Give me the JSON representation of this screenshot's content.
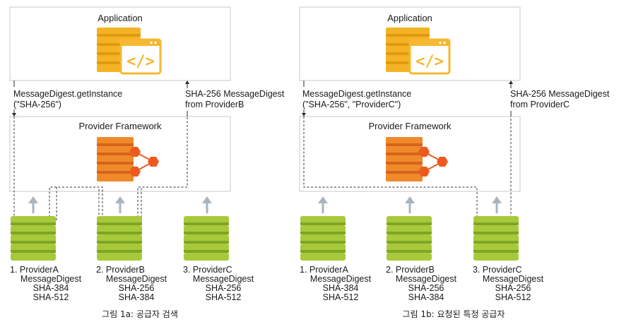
{
  "panels": [
    {
      "application_label": "Application",
      "framework_label": "Provider Framework",
      "request_label_line1": "MessageDigest.getInstance",
      "request_label_line2": "(\"SHA-256\")",
      "response_label_line1": "SHA-256 MessageDigest",
      "response_label_line2": "from ProviderB",
      "providers": [
        {
          "name": "1. ProviderA",
          "lines": [
            "MessageDigest",
            "SHA-384",
            "SHA-512"
          ]
        },
        {
          "name": "2. ProviderB",
          "lines": [
            "MessageDigest",
            "SHA-256",
            "SHA-384"
          ]
        },
        {
          "name": "3. ProviderC",
          "lines": [
            "MessageDigest",
            "SHA-256",
            "SHA-512"
          ]
        }
      ],
      "caption": "그림 1a: 공급자 검색"
    },
    {
      "application_label": "Application",
      "framework_label": "Provider Framework",
      "request_label_line1": "MessageDigest.getInstance",
      "request_label_line2": "(\"SHA-256\", \"ProviderC\")",
      "response_label_line1": "SHA-256 MessageDigest",
      "response_label_line2": "from ProviderC",
      "providers": [
        {
          "name": "1. ProviderA",
          "lines": [
            "MessageDigest",
            "SHA-384",
            "SHA-512"
          ]
        },
        {
          "name": "2. ProviderB",
          "lines": [
            "MessageDigest",
            "SHA-256",
            "SHA-384"
          ]
        },
        {
          "name": "3. ProviderC",
          "lines": [
            "MessageDigest",
            "SHA-256",
            "SHA-512"
          ]
        }
      ],
      "caption": "그림 1b: 요청된 특정 공급자"
    }
  ],
  "colors": {
    "app_db": "#f4b324",
    "app_db_dark": "#e09a12",
    "code_icon": "#f5b830",
    "framework_db": "#ef8a2a",
    "framework_db_dark": "#d8621b",
    "hex_node": "#ee5a1e",
    "provider_db": "#a8c93a",
    "provider_db_dark": "#7fa526",
    "arrow": "#a8b4c0",
    "box_border": "#c3c9d1",
    "dashed": "#333333"
  },
  "icons": {
    "application": "code-window-icon",
    "framework": "network-database-icon",
    "provider": "database-icon",
    "arrow": "up-arrow-icon"
  }
}
